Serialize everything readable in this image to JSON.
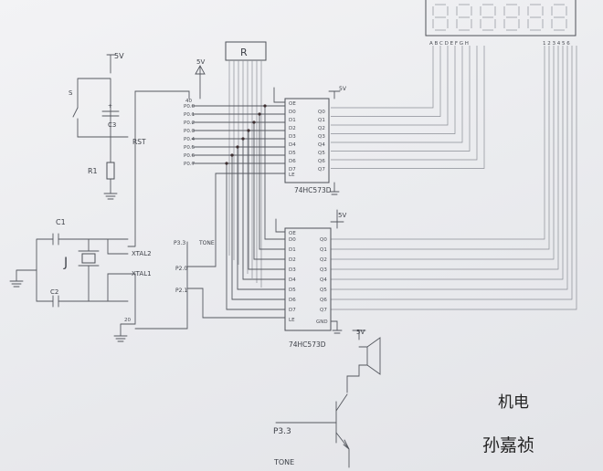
{
  "labels": {
    "resistor_array": "R",
    "supply_top": "5V",
    "supply_mcu": "5V",
    "supply_u1": "5V",
    "supply_u2": "5V",
    "supply_speaker": "5V",
    "switch": "S",
    "cap_reset": "C3",
    "resistor_reset": "R1",
    "rst": "RST",
    "cap1": "C1",
    "cap2": "C2",
    "crystal": "J",
    "xtal2": "XTAL2",
    "xtal1": "XTAL1",
    "gnd_pin": "20",
    "vcc_pin": "40",
    "p33": "P3.3",
    "p33_net": "TONE",
    "p20": "P2.0",
    "p21": "P2.1",
    "u1": "74HC573D",
    "u2": "74HC573D",
    "le": "LE",
    "oe": "OE",
    "gnd_label": "GND",
    "tr_input": "P3.3",
    "tr_input_net": "TONE",
    "segment_letters": "A B C D E F G H",
    "digit_numbers": "1 2 3 4 5 6",
    "signature_line1": "机电",
    "signature_line2": "孙嘉祯"
  },
  "pins": {
    "p0": [
      "P0.0",
      "P0.1",
      "P0.2",
      "P0.3",
      "P0.4",
      "P0.5",
      "P0.6",
      "P0.7"
    ],
    "d": [
      "D0",
      "D1",
      "D2",
      "D3",
      "D4",
      "D5",
      "D6",
      "D7"
    ],
    "q": [
      "Q0",
      "Q1",
      "Q2",
      "Q3",
      "Q4",
      "Q5",
      "Q6",
      "Q7"
    ]
  },
  "colors": {
    "ink": "#55585f",
    "paper": "#eef0f2",
    "solder_dot": "#3d2e30"
  }
}
